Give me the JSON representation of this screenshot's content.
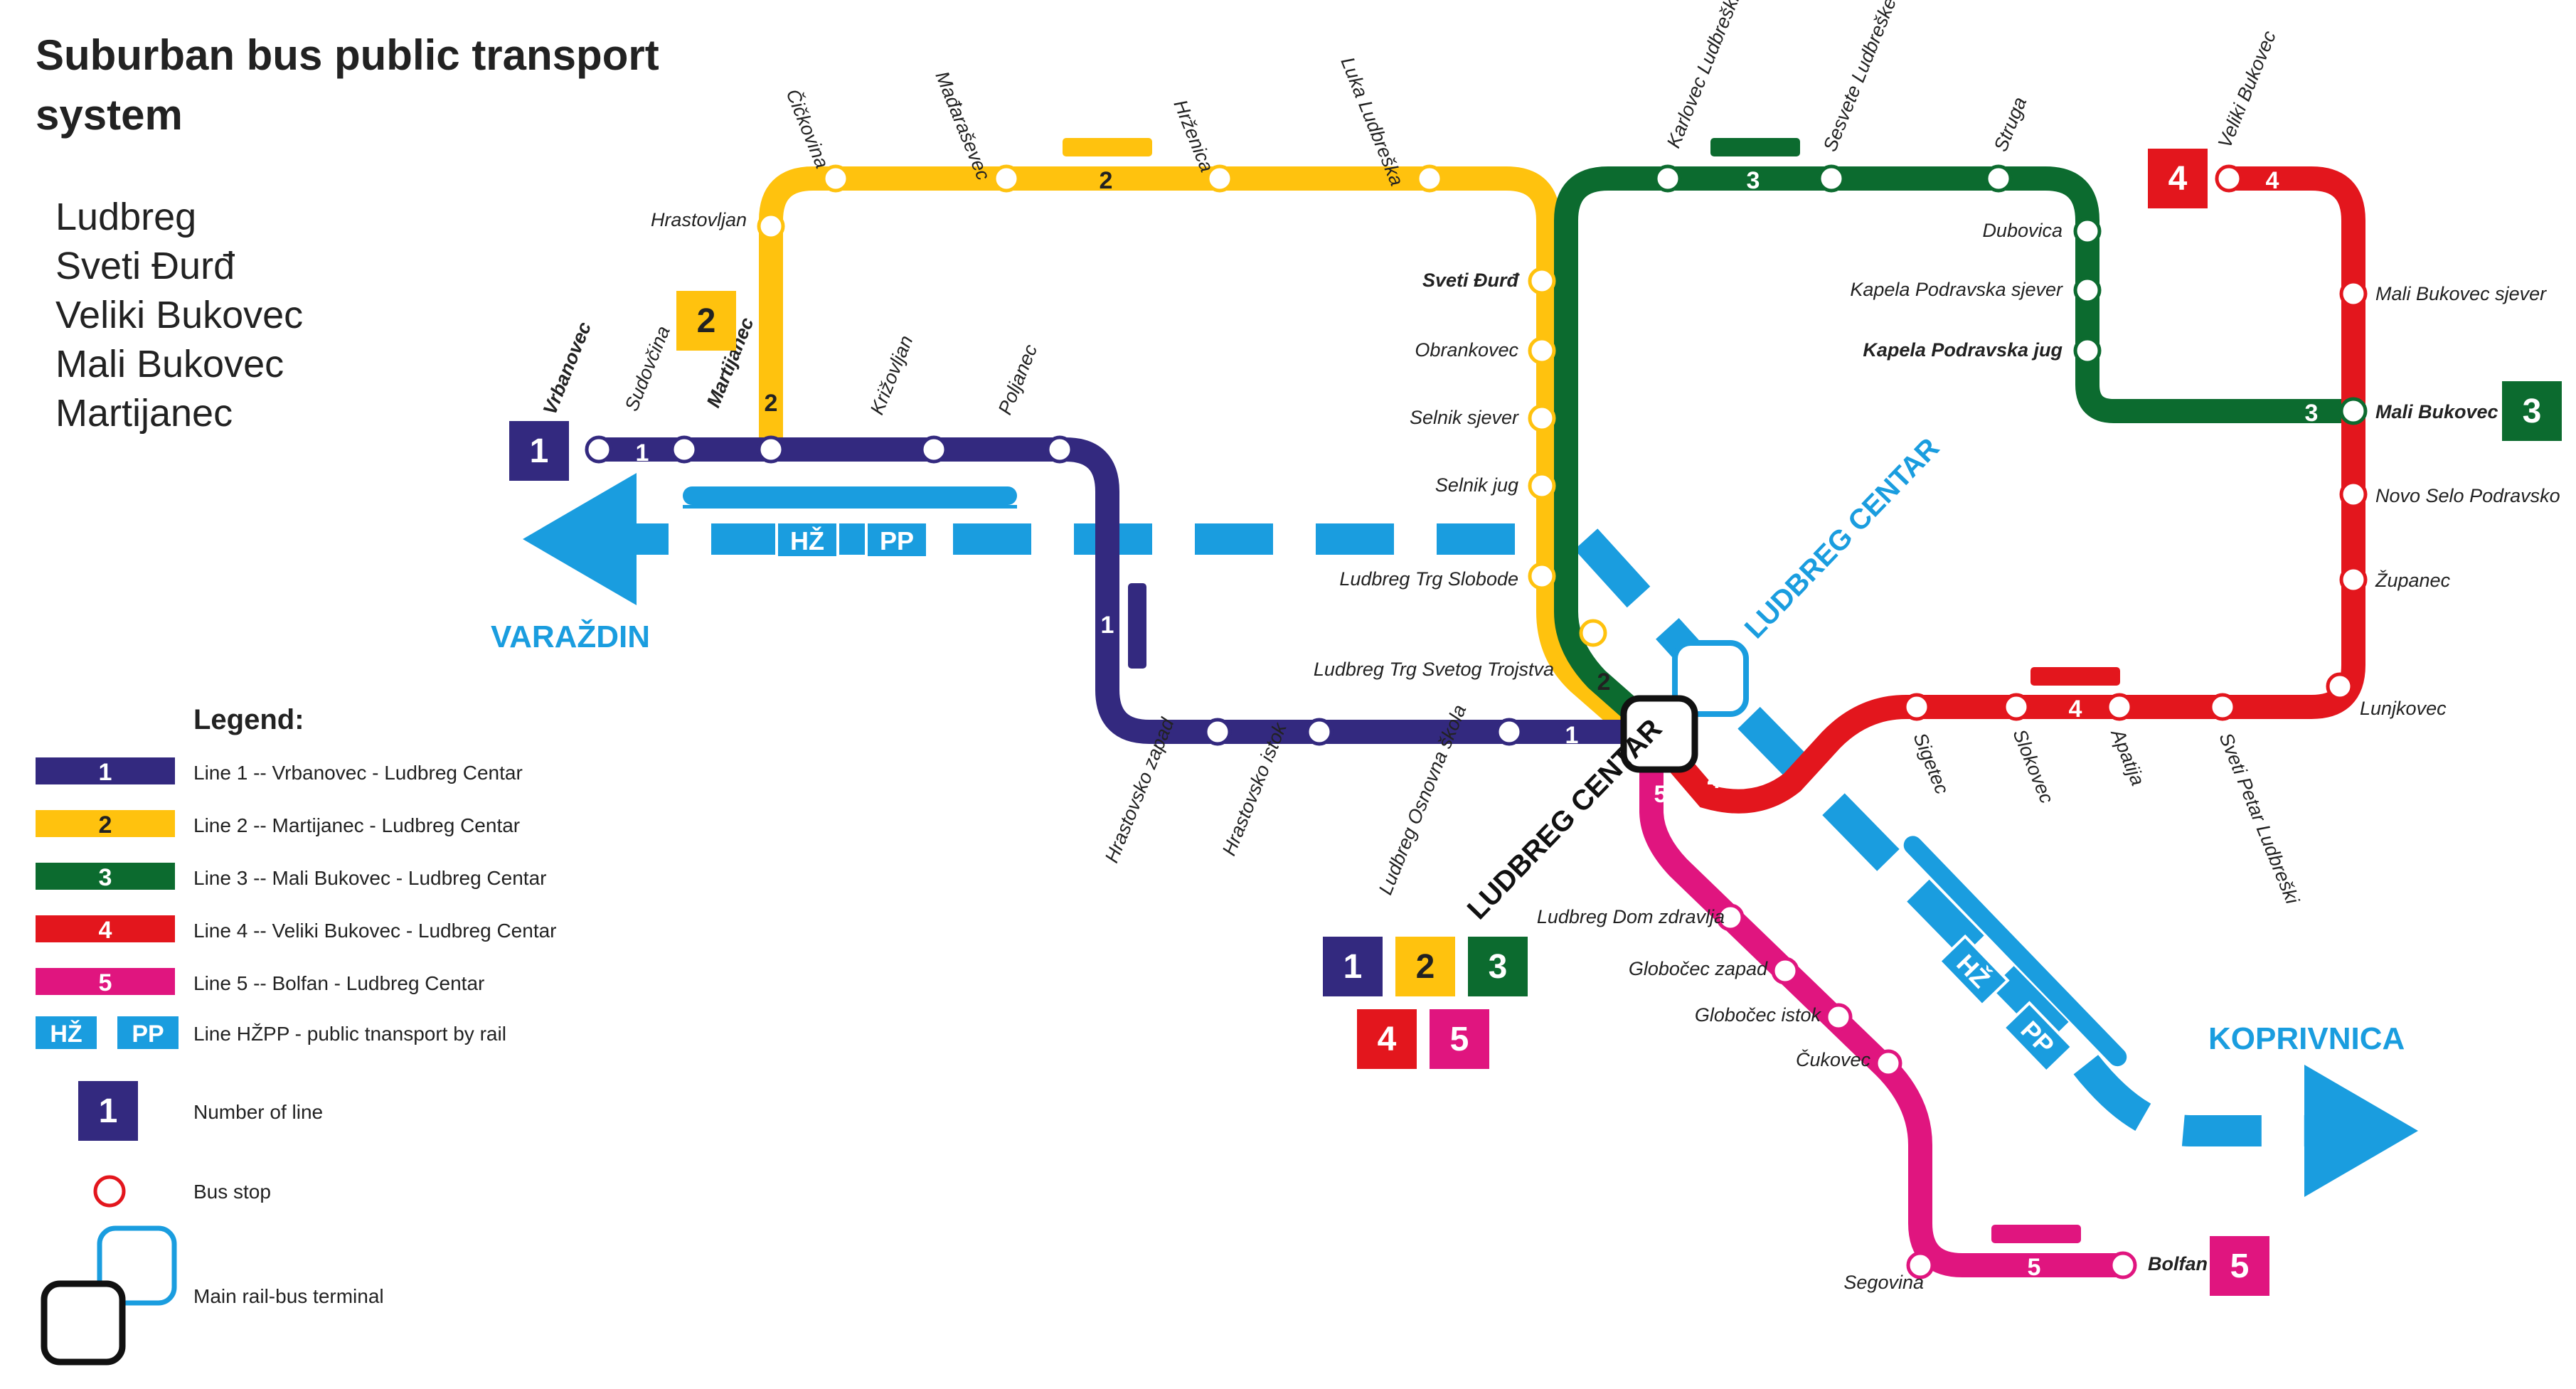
{
  "title": [
    "Suburban bus public transport",
    "system"
  ],
  "municipalities": [
    "Ludbreg",
    "Sveti Đurđ",
    "Veliki Bukovec",
    "Mali Bukovec",
    "Martijanec"
  ],
  "colors": {
    "line1": "#33297f",
    "line2": "#ffc20e",
    "line3": "#0c6b2f",
    "line4": "#e3161d",
    "line5": "#e0157f",
    "rail": "#1a9ddf"
  },
  "lines": {
    "n1": "1",
    "n2": "2",
    "n3": "3",
    "n4": "4",
    "n5": "5",
    "hz": "HŽ",
    "pp": "PP"
  },
  "cities": {
    "west": "VARAŽDIN",
    "east": "KOPRIVNICA"
  },
  "terminals": {
    "bus": "LUDBREG CENTAR",
    "rail": "LUDBREG CENTAR"
  },
  "stops": {
    "line1": [
      "Vrbanovec",
      "Sudovčina",
      "Martijanec",
      "Križovljan",
      "Poljanec",
      "Hrastovsko zapad",
      "Hrastovsko istok",
      "Ludbreg Osnovna škola"
    ],
    "line2": [
      "Hrastovljan",
      "Čičkovina",
      "Mađaraševec",
      "Hrženica",
      "Luka Ludbreška",
      "Sveti Đurđ",
      "Obrankovec",
      "Selnik sjever",
      "Selnik jug",
      "Ludbreg Trg Slobode",
      "Ludbreg Trg Svetog Trojstva"
    ],
    "line3": [
      "Karlovec Ludbreški",
      "Sesvete Ludbreške",
      "Struga",
      "Dubovica",
      "Kapela Podravska sjever",
      "Kapela Podravska jug",
      "Mali Bukovec"
    ],
    "line4": [
      "Veliki Bukovec",
      "Mali Bukovec sjever",
      "Novo Selo Podravsko",
      "Županec",
      "Lunjkovec",
      "Sveti Petar Ludbreški",
      "Apatija",
      "Slokovec",
      "Sigetec"
    ],
    "line5": [
      "Ludbreg Dom zdravlja",
      "Globočec zapad",
      "Globočec istok",
      "Čukovec",
      "Segovina",
      "Bolfan"
    ]
  },
  "legend": {
    "title": "Legend:",
    "items": [
      {
        "key": "1",
        "label": "Line 1 -- Vrbanovec - Ludbreg Centar"
      },
      {
        "key": "2",
        "label": "Line  2 -- Martijanec - Ludbreg Centar"
      },
      {
        "key": "3",
        "label": "Line 3 -- Mali Bukovec - Ludbreg Centar"
      },
      {
        "key": "4",
        "label": "Line 4 -- Veliki Bukovec - Ludbreg Centar"
      },
      {
        "key": "5",
        "label": "Line 5 -- Bolfan - Ludbreg Centar"
      },
      {
        "key": "HŽ PP",
        "label": "Line HŽPP - public tnansport by rail"
      }
    ],
    "number_of_line": "Number of line",
    "bus_stop": "Bus stop",
    "terminal": "Main rail-bus terminal"
  }
}
